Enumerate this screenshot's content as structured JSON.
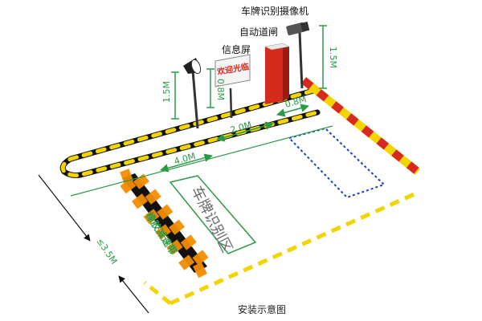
{
  "labels": {
    "camera": "车牌识别摄像机",
    "gate": "自动道闸",
    "display_screen": "信息屏",
    "display_text": "欢迎光临",
    "zone": "车牌识别区",
    "bump": "橡胶减速带",
    "caption": "安装示意图"
  },
  "dimensions": {
    "camera_height": "1.5M",
    "light_height": "1.5M",
    "screen_height": "0.8M",
    "gate_offset": "0.8M",
    "lane_offset": "2.0M",
    "recognition_distance": "4.0M",
    "lane_width": "≤3.5M"
  },
  "colors": {
    "dimension_green": "#2a9a45",
    "hazard_yellow": "#f2d400",
    "gate_red": "#d62a1f",
    "bump_orange": "#f28c00",
    "zone_blue": "#1a3fbf"
  }
}
